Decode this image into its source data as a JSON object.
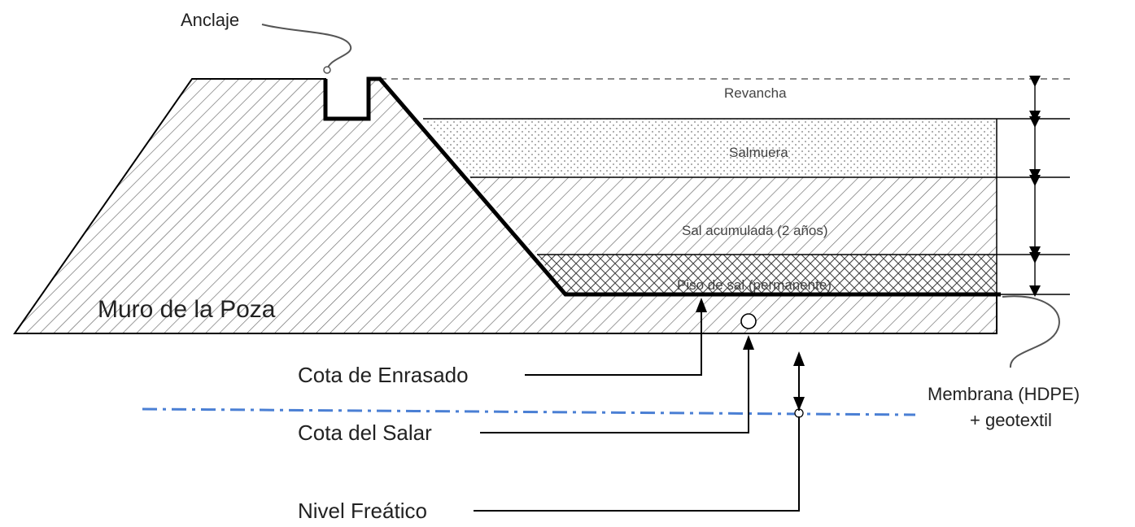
{
  "labels": {
    "anclaje": "Anclaje",
    "revancha": "Revancha",
    "salmuera": "Salmuera",
    "sal_acumulada": "Sal acumulada (2 años)",
    "piso_sal": "Piso de sal (permanente)",
    "muro": "Muro de la Poza",
    "cota_enrasado": "Cota de Enrasado",
    "cota_salar": "Cota del Salar",
    "nivel_freatico": "Nivel Freático",
    "membrana_line1": "Membrana (HDPE)",
    "membrana_line2": "+ geotextil"
  },
  "colors": {
    "line": "#000000",
    "hatch": "#555555",
    "water_table": "#4a7fd4"
  }
}
